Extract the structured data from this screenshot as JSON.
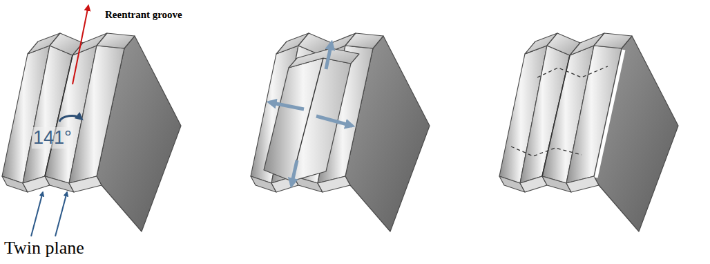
{
  "diagram": {
    "labels": [
      "Reentrant groove",
      "141°",
      "Twin plane"
    ]
  }
}
